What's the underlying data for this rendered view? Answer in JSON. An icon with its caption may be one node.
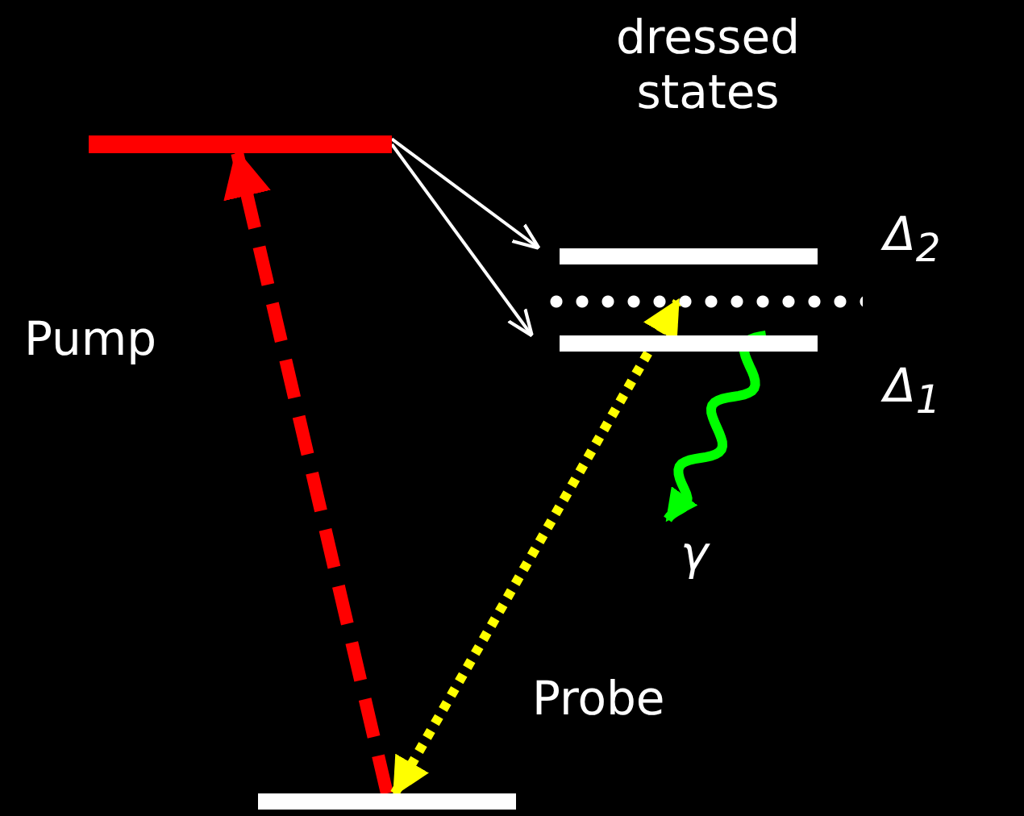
{
  "diagram": {
    "nodes": [
      {
        "text": [],
        "shape": "bar"
      },
      {
        "text": [],
        "shape": "bar",
        "beside": [
          "Δ$_{2}$"
        ]
      },
      {
        "text": [],
        "shape": "line"
      },
      {
        "text": [],
        "shape": "bar",
        "beside": [
          "Δ$_{1}$"
        ]
      },
      {
        "text": [],
        "shape": "bar"
      }
    ],
    "edges": [
      {
        "from": 4,
        "to": 0,
        "arrow": "to",
        "style": "dashed",
        "color": "#ff0000",
        "label": "Pump"
      },
      {
        "from": 0,
        "to": 1,
        "arrow": "to"
      },
      {
        "from": 0,
        "to": 3,
        "arrow": "to"
      },
      {
        "from": 4,
        "to": 2,
        "arrow": "both",
        "style": "dashed",
        "color": "#ffff00",
        "label": "Probe"
      },
      {
        "from": 3,
        "to": null,
        "arrow": "to",
        "color": "#00ff00",
        "label": "γ"
      }
    ],
    "labels": [
      "dressed states"
    ]
  }
}
